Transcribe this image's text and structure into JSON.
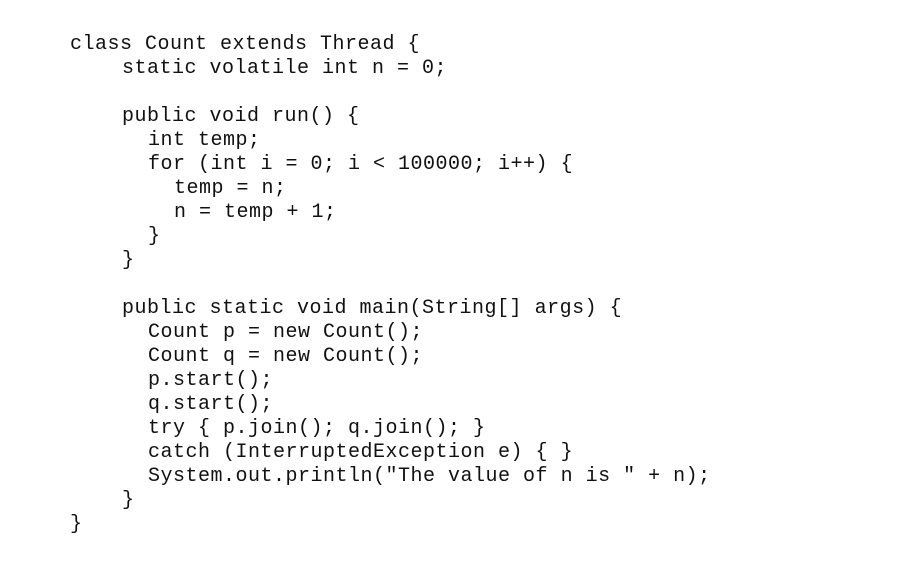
{
  "code": {
    "lines": [
      "class Count extends Thread {",
      "static volatile int n = 0;",
      "",
      "public void run() {",
      "int temp;",
      "for (int i = 0; i < 100000; i++) {",
      "temp = n;",
      "n = temp + 1;",
      "}",
      "}",
      "",
      "public static void main(String[] args) {",
      "Count p = new Count();",
      "Count q = new Count();",
      "p.start();",
      "q.start();",
      "try { p.join(); q.join(); }",
      "catch (InterruptedException e) { }",
      "System.out.println(\"The value of n is \" + n);",
      "}",
      "}"
    ]
  }
}
